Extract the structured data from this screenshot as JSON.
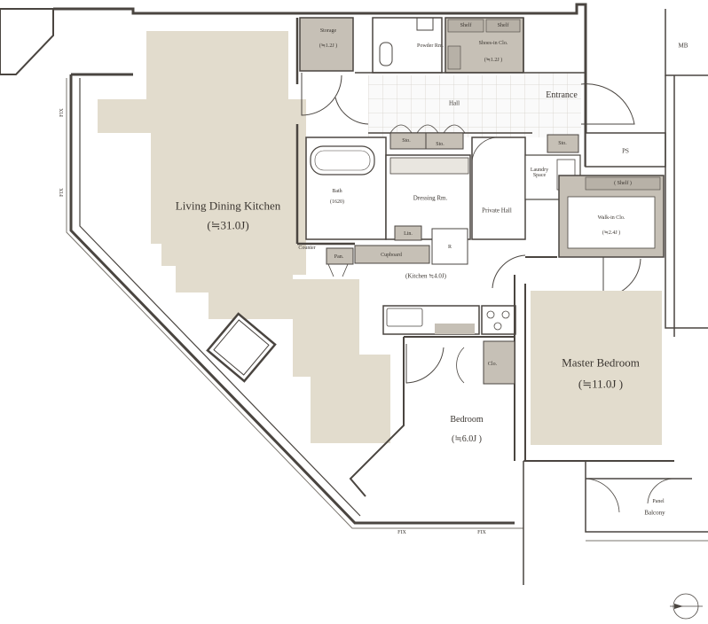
{
  "rooms": {
    "ldk": {
      "name": "Living Dining Kitchen",
      "area": "(≒31.0J)"
    },
    "master": {
      "name": "Master Bedroom",
      "area": "(≒11.0J )"
    },
    "bedroom": {
      "name": "Bedroom",
      "area": "(≒6.0J )"
    },
    "kitchen": "(Kitchen ≒4.0J)",
    "storage": {
      "name": "Storage",
      "area": "(≒1.2J )"
    },
    "shoes": {
      "name": "Shoes-in Clo.",
      "area": "(≒1.2J )"
    },
    "walkin": {
      "name": "Walk-in Clo.",
      "area": "(≒2.4J )"
    },
    "powder": "Powder Rm.",
    "hall": "Hall",
    "entrance": "Entrance",
    "private_hall": "Private Hall",
    "dressing": "Dressing Rm.",
    "bath": {
      "name": "Bath",
      "size": "(1620)"
    },
    "laundry": "Laundry Space",
    "cupboard": "Cupboard",
    "balcony": "Balcony",
    "mb": "MB",
    "ps": "PS"
  },
  "small_labels": {
    "shelf": "Shelf",
    "shelf_paren": "( Shelf )",
    "sto": "Sto.",
    "clo": "Clo.",
    "lin": "Lin.",
    "pan": "Pan.",
    "fridge": "R",
    "fix": "FIX",
    "panel": "Panel",
    "counter": "Counter"
  },
  "colors": {
    "wall": "#4a4540",
    "room_fill": "#e2dccd",
    "closet_fill": "#c6c0b6",
    "grid": "#d6d2cb"
  }
}
